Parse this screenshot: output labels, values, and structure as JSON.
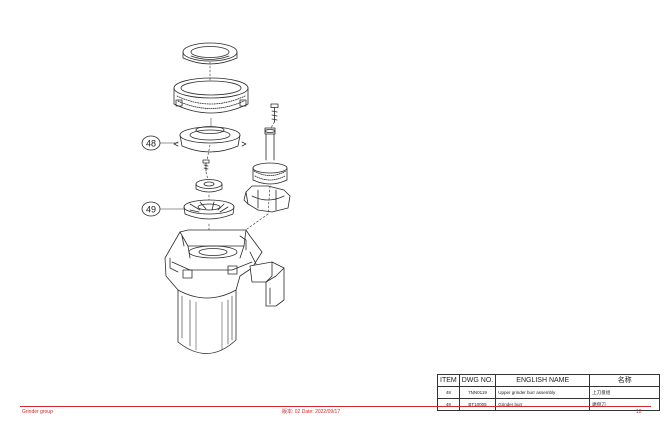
{
  "callouts": [
    {
      "label": "48"
    },
    {
      "label": "49"
    }
  ],
  "parts_table": {
    "headers": [
      "ITEM",
      "DWG NO.",
      "ENGLISH NAME",
      "名称"
    ],
    "rows": [
      {
        "item": "48",
        "dwg_no": "7NN0119",
        "english_name": "Upper grinder burr assembly",
        "chinese_name": "上刀盘组"
      },
      {
        "item": "49",
        "dwg_no": "BT10005",
        "english_name": "Grinder burr",
        "chinese_name": "磨盘刀"
      }
    ]
  },
  "footer": {
    "group": "Grinder group",
    "qty_date": "版本: 02    Date: 2022/09/17",
    "page": "12"
  },
  "colors": {
    "footer_accent": "#d0282e",
    "line_art": "#2b2b2b"
  }
}
